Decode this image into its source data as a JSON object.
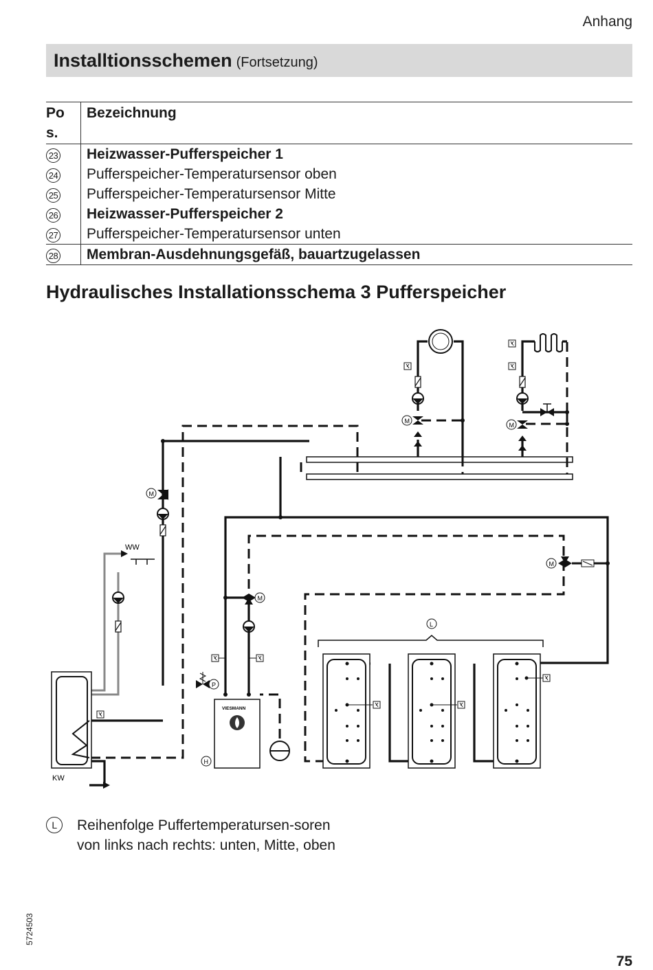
{
  "header": {
    "section_label": "Anhang",
    "title": "Installtionsschemen",
    "title_suffix": "(Fortsetzung)"
  },
  "legend_table": {
    "headers": [
      "Po s.",
      "Bezeichnung"
    ],
    "rows": [
      {
        "pos": "23",
        "label": "Heizwasser-Pufferspeicher 1",
        "bold": true
      },
      {
        "pos": "24",
        "label": "Pufferspeicher-Temperatursensor oben",
        "bold": false
      },
      {
        "pos": "25",
        "label": "Pufferspeicher-Temperatursensor Mitte",
        "bold": false
      },
      {
        "pos": "26",
        "label": "Heizwasser-Pufferspeicher 2",
        "bold": true
      },
      {
        "pos": "27",
        "label": "Pufferspeicher-Temperatursensor unten",
        "bold": false
      },
      {
        "pos": "28",
        "label": "Membran-Ausdehnungsgefäß, bauartzugelassen",
        "bold": true
      }
    ]
  },
  "schema": {
    "heading": "Hydraulisches Installationsschema 3 Pufferspeicher",
    "labels": {
      "ww": "WW",
      "kw": "KW",
      "motor": "M",
      "pump_p": "P",
      "heater": "H",
      "buffer_group": "L",
      "brand": "VIESMANN"
    }
  },
  "footnote": {
    "marker": "L",
    "text": "Reihenfolge Puffertemperatursen-soren von links nach rechts: unten, Mitte, oben"
  },
  "footer": {
    "doc_number": "5724503",
    "page_number": "75"
  }
}
